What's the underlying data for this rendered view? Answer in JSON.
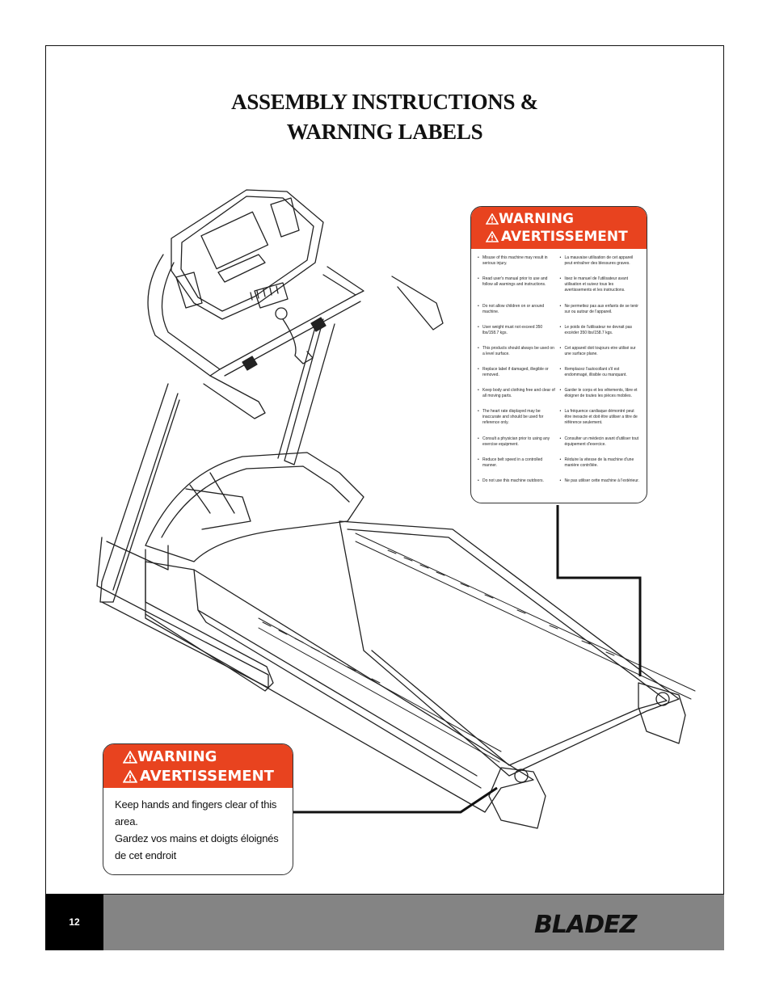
{
  "page": {
    "title_line1": "ASSEMBLY INSTRUCTIONS &",
    "title_line2": "WARNING LABELS",
    "page_number": "12",
    "brand": "BLADEZ"
  },
  "warning_label_large": {
    "heading_en": "WARNING",
    "heading_fr": "AVERTISSEMENT",
    "items_en": [
      "Misuse of this machine may result in serious injury.",
      "Read user's manual prior to use and follow all warnings and instructions.",
      "Do not allow children on or around machine.",
      "User weight must not exceed 350 lbs/158.7 kgs.",
      "This products should always be used on a level surface.",
      "Replace label if damaged, illegible or removed.",
      "Keep body and clothing free and clear of all moving parts.",
      "The heart rate displayed may be inaccurate and should be used for reference only.",
      "Consult a physician prior to using any exercise equipment.",
      "Reduce belt speed in a controlled manner.",
      "Do not use this machine outdoors."
    ],
    "items_fr": [
      "La mauvaise utilisation de cet appareil peut entraîner des blessures graves.",
      "lisez le manuel de l'utilisateur avant utilisation et suivez tous les avertissements et les instructions.",
      "Ne permettez pas aux enfants de se tenir sur ou autour de l'appareil.",
      "Le poids de l'utilisateur ne devrait pas excéder 350 lbs/158.7 kgs.",
      "Cet appareil doit toujours etre utilisé sur une surface plane.",
      "Remplacez l'autocollant s'il est endommagé, illisible ou manquant.",
      "Garder le corps et les vêtements, libre et éloigner de toutes les pièces mobiles.",
      "La fréquence cardiaque démontré peut être inexacte et doit être utiliser a titre de référence seulement.",
      "Consulter un médecin avant d'utiliser tout équipement d'exercice.",
      "Réduire la vitesse de la machine d'une manière contrôlée.",
      "Ne pas utiliser cette machine à l'extérieur."
    ]
  },
  "warning_label_small": {
    "heading_en": "WARNING",
    "heading_fr": "AVERTISSEMENT",
    "text_en": "Keep hands and fingers clear of this area.",
    "text_fr": "Gardez vos mains et doigts éloignés de cet endroit"
  }
}
